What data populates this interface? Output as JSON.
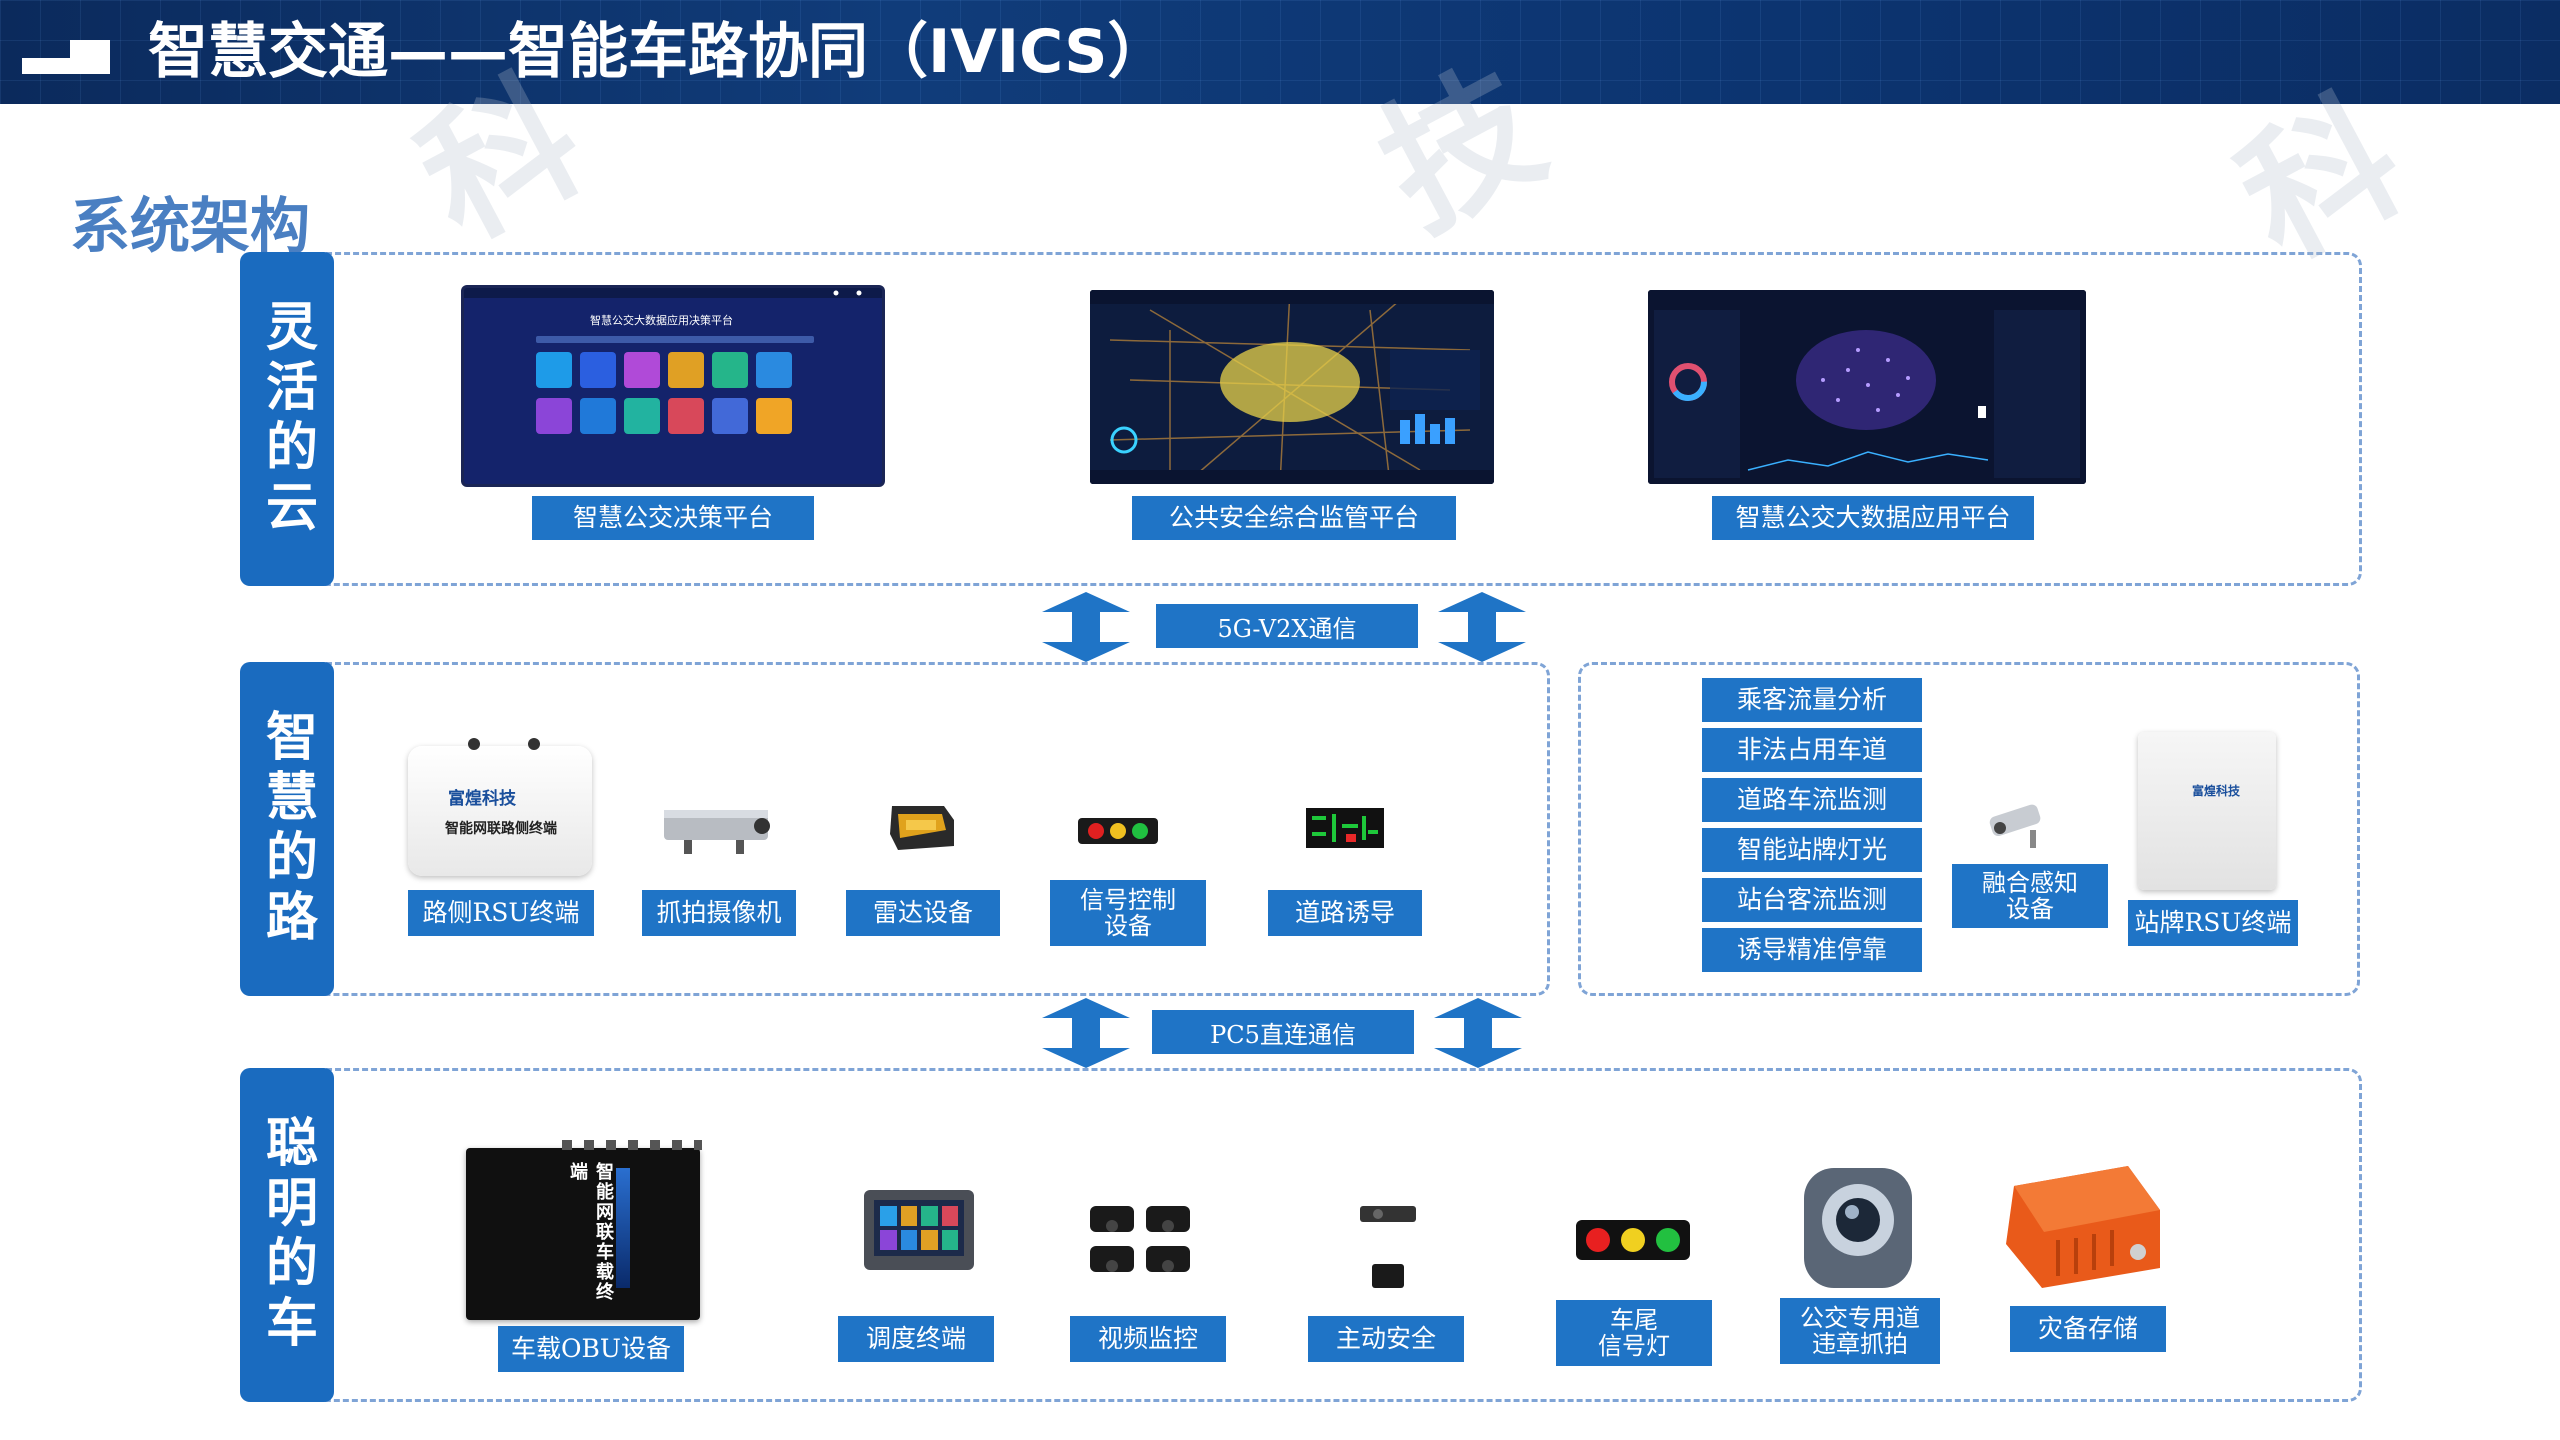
{
  "header": {
    "title": "智慧交通——智能车路协同（IVICS）"
  },
  "section": {
    "title": "系统架构"
  },
  "tiers": {
    "cloud": {
      "label": "灵活的云"
    },
    "road": {
      "label": "智慧的路"
    },
    "car": {
      "label": "聪明的车"
    }
  },
  "cloud_platforms": [
    {
      "label": "智慧公交决策平台",
      "screen_title": "智慧公交大数据应用决策平台"
    },
    {
      "label": "公共安全综合监管平台"
    },
    {
      "label": "智慧公交大数据应用平台"
    }
  ],
  "links": {
    "cloud_road": "5G-V2X通信",
    "road_car": "PC5直连通信"
  },
  "road_devices": [
    {
      "label": "路侧RSU终端",
      "brand": "富煌科技",
      "product": "智能网联路侧终端"
    },
    {
      "label": "抓拍摄像机"
    },
    {
      "label": "雷达设备"
    },
    {
      "label": "信号控制\n设备"
    },
    {
      "label": "道路诱导"
    }
  ],
  "station_functions": [
    "乘客流量分析",
    "非法占用车道",
    "道路车流监测",
    "智能站牌灯光",
    "站台客流监测",
    "诱导精准停靠"
  ],
  "station_devices": [
    {
      "label": "融合感知\n设备"
    },
    {
      "label": "站牌RSU终端",
      "brand": "富煌科技"
    }
  ],
  "car_devices": [
    {
      "label": "车载OBU设备",
      "product": "智能网联车载终端"
    },
    {
      "label": "调度终端"
    },
    {
      "label": "视频监控"
    },
    {
      "label": "主动安全"
    },
    {
      "label": "车尾\n信号灯"
    },
    {
      "label": "公交专用道\n违章抓拍"
    },
    {
      "label": "灾备存储"
    }
  ],
  "colors": {
    "accent": "#1f74c6",
    "tab": "#1a6bbf",
    "dash": "#7fa4d6",
    "title": "#4a7fc2",
    "header": "#0b2a5c"
  }
}
